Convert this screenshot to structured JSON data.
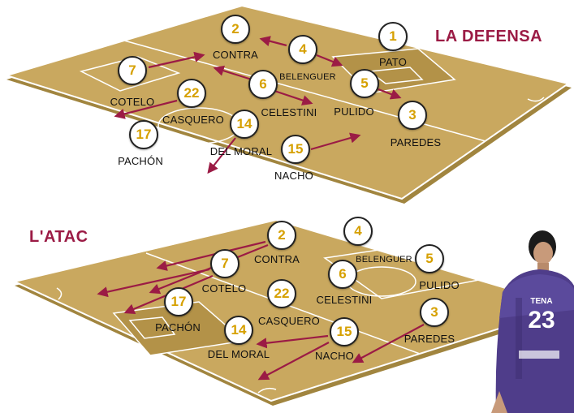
{
  "defense": {
    "title": "LA DEFENSA",
    "players": [
      {
        "number": "2",
        "name": "CONTRA"
      },
      {
        "number": "1",
        "name": "PATO"
      },
      {
        "number": "4",
        "name": "BELENGUER"
      },
      {
        "number": "7",
        "name": "COTELO"
      },
      {
        "number": "6",
        "name": "CELESTINI"
      },
      {
        "number": "5",
        "name": "PULIDO"
      },
      {
        "number": "22",
        "name": "CASQUERO"
      },
      {
        "number": "3",
        "name": "PAREDES"
      },
      {
        "number": "17",
        "name": "PACHÓN"
      },
      {
        "number": "14",
        "name": "DEL MORAL"
      },
      {
        "number": "15",
        "name": "NACHO"
      }
    ]
  },
  "attack": {
    "title": "L'ATAC",
    "players": [
      {
        "number": "2",
        "name": "CONTRA"
      },
      {
        "number": "4",
        "name": "BELENGUER"
      },
      {
        "number": "7",
        "name": "COTELO"
      },
      {
        "number": "5",
        "name": "PULIDO"
      },
      {
        "number": "6",
        "name": "CELESTINI"
      },
      {
        "number": "22",
        "name": "CASQUERO"
      },
      {
        "number": "17",
        "name": "PACHÓN"
      },
      {
        "number": "3",
        "name": "PAREDES"
      },
      {
        "number": "14",
        "name": "DEL MORAL"
      },
      {
        "number": "15",
        "name": "NACHO"
      }
    ]
  },
  "photo": {
    "shirt_name": "TENA",
    "shirt_number": "23"
  },
  "colors": {
    "pitch": "#c8a75e",
    "pitch_dark": "#a88a45",
    "arrow": "#9b1b45",
    "title": "#9b1b45",
    "number": "#d6a000"
  }
}
